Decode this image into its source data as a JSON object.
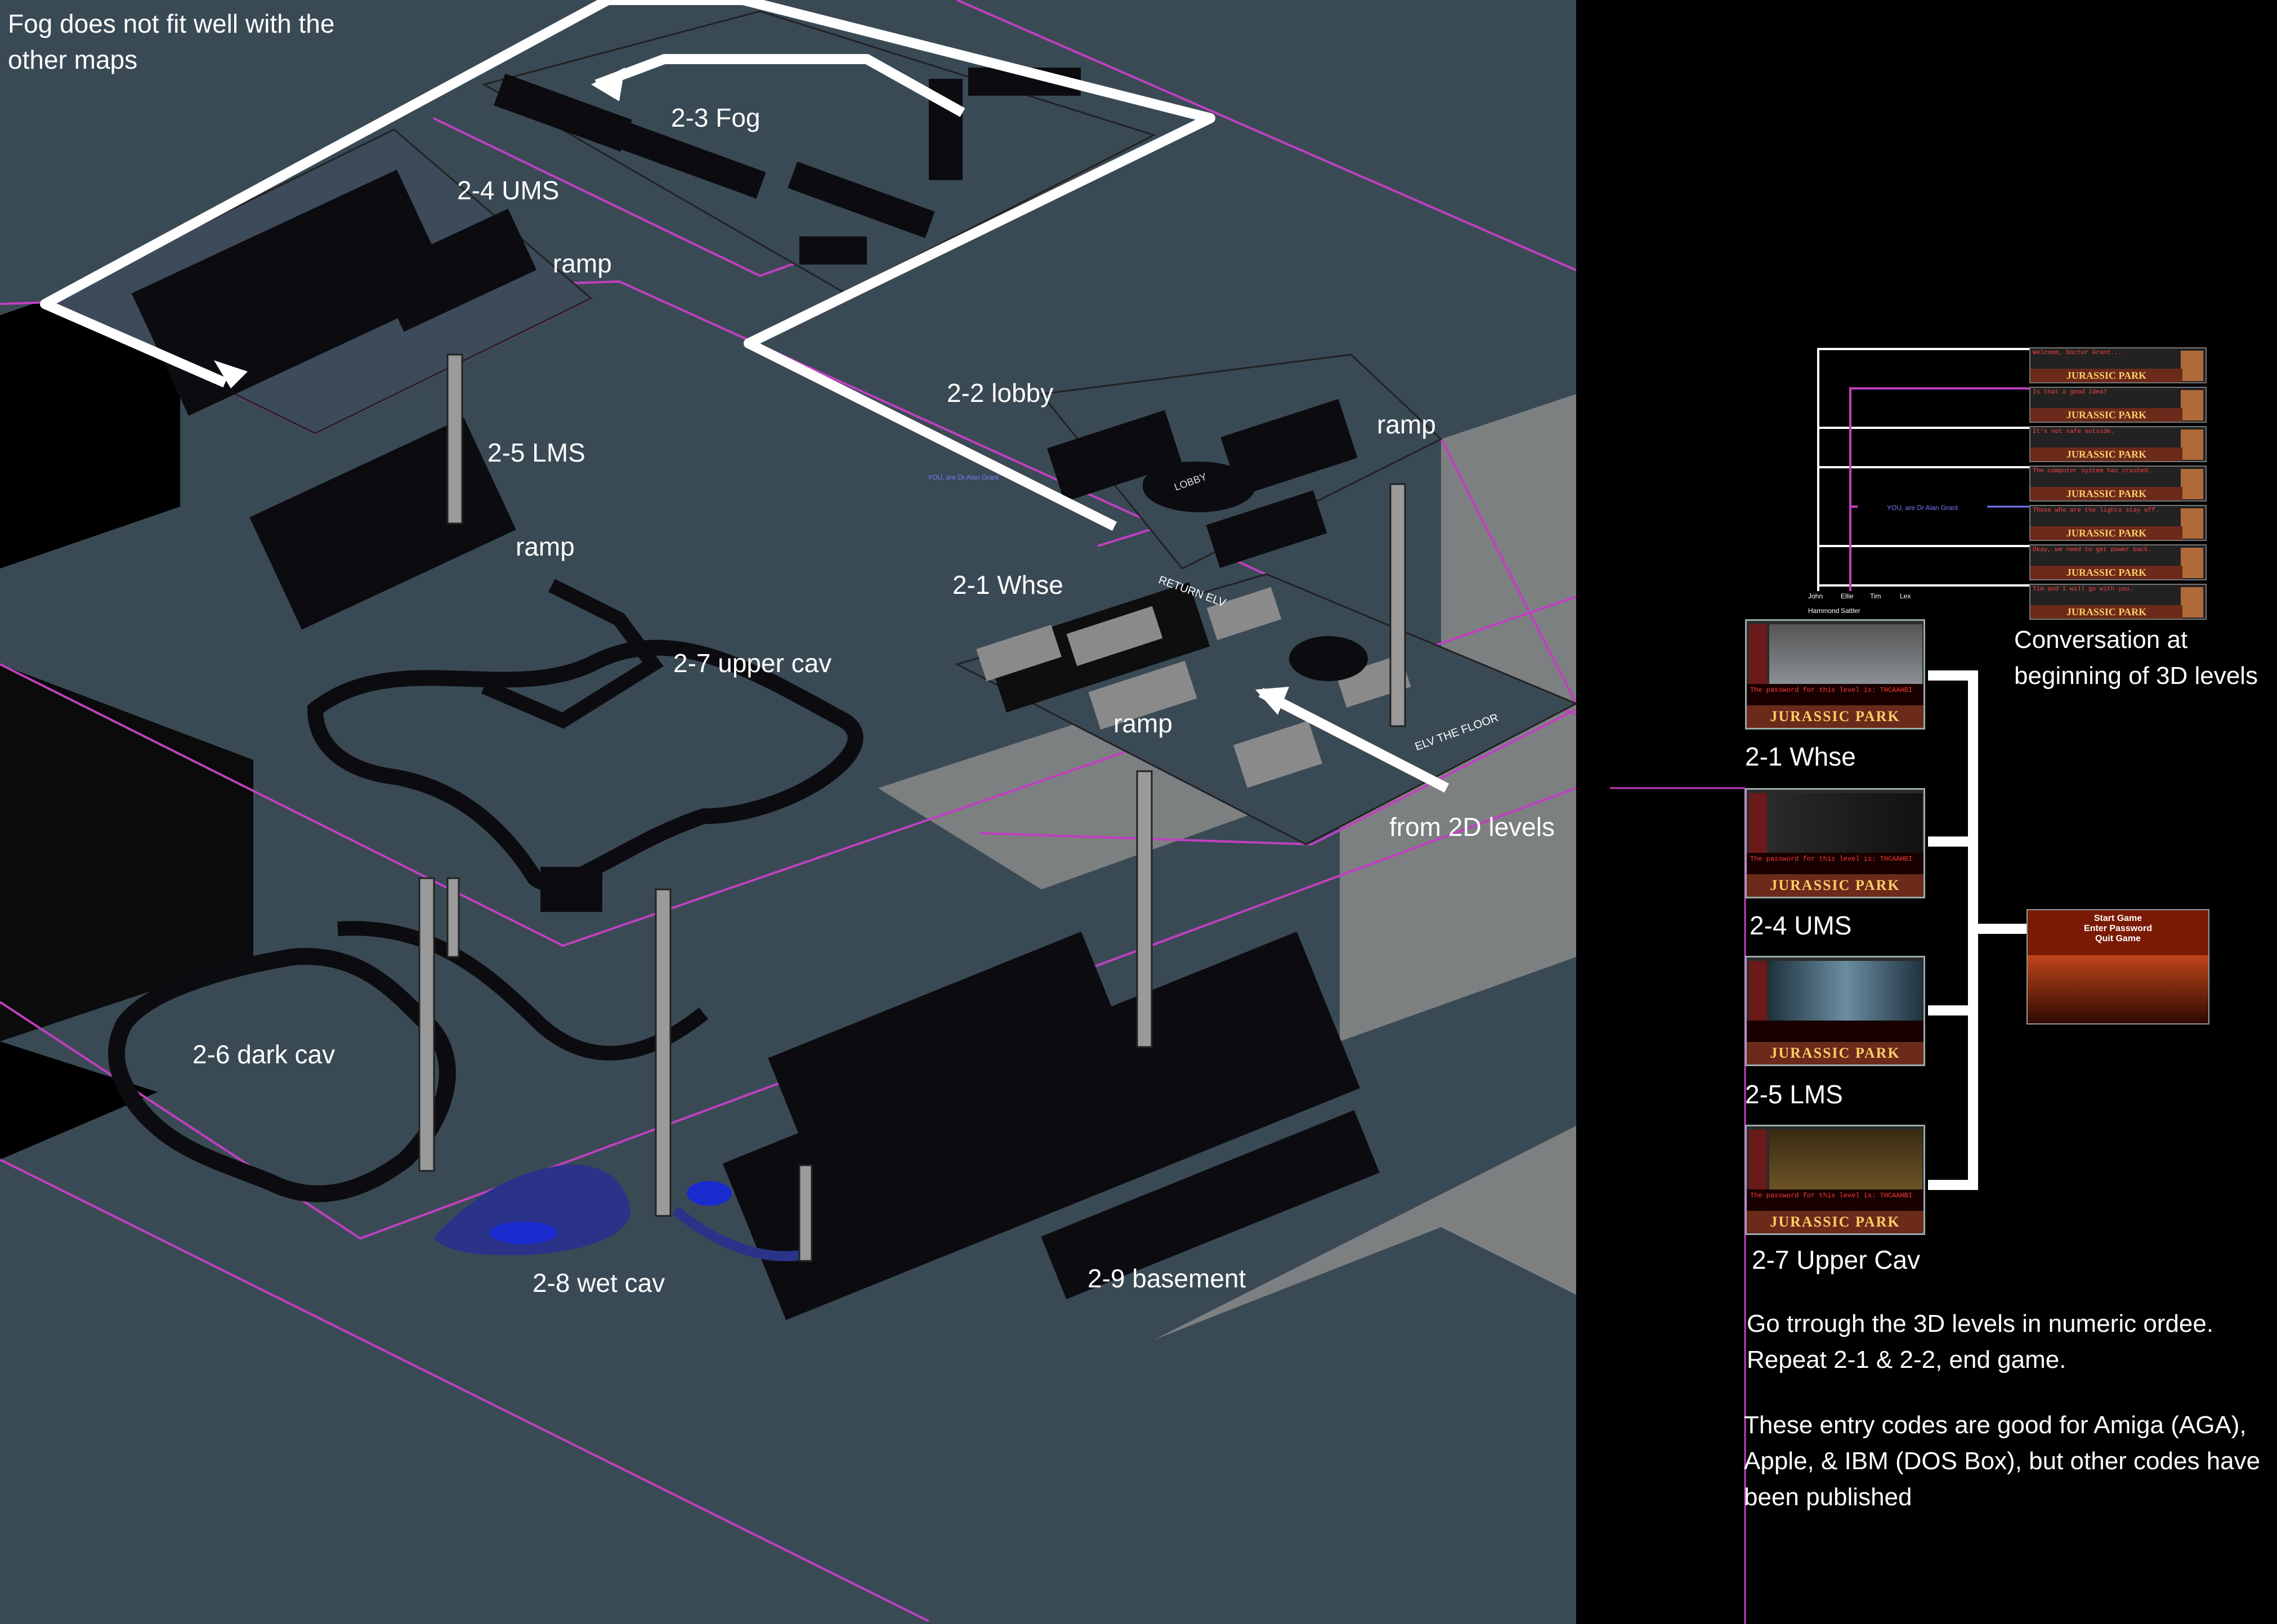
{
  "notes": {
    "fog_note": "Fog does not fit well with the other maps",
    "conversation": "Conversation at beginning of 3D levels",
    "order": "Go trrough the 3D levels in numeric ordee. Repeat 2-1 & 2-2, end game.",
    "codes": "These entry codes are good for Amiga (AGA), Apple, & IBM (DOS Box), but other codes have been published"
  },
  "levels": {
    "fog": "2-3 Fog",
    "ums": "2-4 UMS",
    "lobby": "2-2 lobby",
    "lms": "2-5 LMS",
    "whse": "2-1 Whse",
    "upper_cav": "2-7 upper cav",
    "dark_cav": "2-6 dark cav",
    "wet_cav": "2-8 wet cav",
    "basement": "2-9 basement"
  },
  "map_labels": {
    "ramp": "ramp",
    "from_2d": "from 2D levels",
    "lobby_sign": "LOBBY",
    "return_elev": "RETURN ELV",
    "elev_floor": "ELV THE FLOOR",
    "tiny_note": "YOU, are Dr Alan Grant"
  },
  "screenshots": [
    {
      "label": "2-1 Whse",
      "logo": "JURASSIC PARK",
      "password": "The password for this level is: THCAAHBI"
    },
    {
      "label": "2-4 UMS",
      "logo": "JURASSIC PARK",
      "password": "The password for this level is: THCAAHBI"
    },
    {
      "label": "2-5 LMS",
      "logo": "JURASSIC PARK",
      "password": ""
    },
    {
      "label": "2-7 Upper Cav",
      "logo": "JURASSIC PARK",
      "password": "The password for this level is: THCAAHBI"
    }
  ],
  "conversation_rows": [
    {
      "logo": "JURASSIC PARK",
      "text": "Welcome, Doctor Grant..."
    },
    {
      "logo": "JURASSIC PARK",
      "text": "Is that a good idea?"
    },
    {
      "logo": "JURASSIC PARK",
      "text": "It's not safe outside."
    },
    {
      "logo": "JURASSIC PARK",
      "text": "The computer system has crashed."
    },
    {
      "logo": "JURASSIC PARK",
      "text": "Those who are the lights stay off."
    },
    {
      "logo": "JURASSIC PARK",
      "text": "Okay, we need to get power back."
    },
    {
      "logo": "JURASSIC PARK",
      "text": "Tim and I will go with you."
    }
  ],
  "characters": {
    "row1": [
      "John",
      "Ellie",
      "Tim",
      "Lex"
    ],
    "row2": [
      "Hammond",
      "Sattler"
    ],
    "grant_note": "YOU, are Dr Alan Grant"
  },
  "title_menu": {
    "items": [
      "Start Game",
      "Enter Password",
      "Quit Game"
    ]
  },
  "colors": {
    "map_bg": "#3a4a55",
    "panel_bg": "#000000",
    "floor_edge": "#c040c0",
    "route": "#ffffff",
    "water": "#1a2bcf"
  }
}
